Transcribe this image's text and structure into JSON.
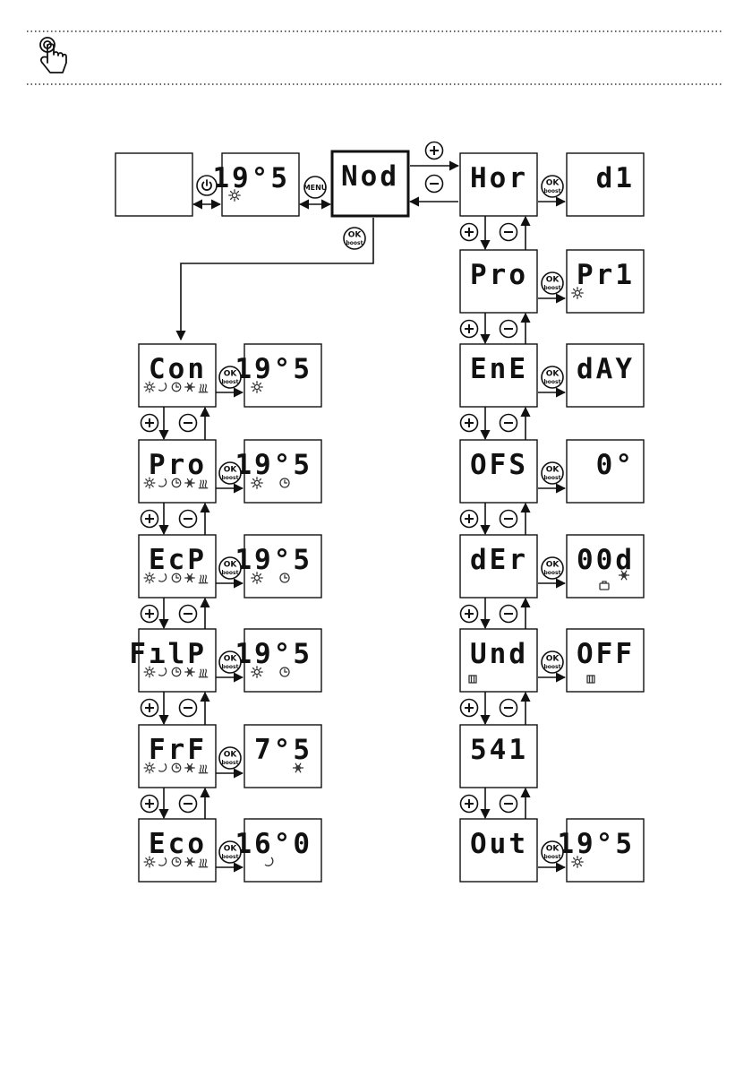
{
  "title_icon": "touch-hand-icon",
  "ok_button": {
    "top": "OK",
    "bottom": "boost"
  },
  "menu_button": "MENU",
  "power_button_icon": "power-icon",
  "plus_icon": "plus-icon",
  "minus_icon": "minus-icon",
  "status_icons": [
    "sun-icon",
    "moon-icon",
    "clock-icon",
    "snowflake-icon",
    "heat-waves-icon"
  ],
  "top_row": {
    "blank": "",
    "temp": "19°5",
    "mode": "Nod"
  },
  "left_column": [
    {
      "code": "Con",
      "value": "19°5",
      "value_icons": [
        "sun-icon"
      ]
    },
    {
      "code": "Pro",
      "value": "19°5",
      "value_icons": [
        "sun-icon",
        "clock-icon"
      ]
    },
    {
      "code": "EcP",
      "value": "19°5",
      "value_icons": [
        "sun-icon",
        "clock-icon"
      ]
    },
    {
      "code": "FılP",
      "value": "19°5",
      "value_icons": [
        "sun-icon",
        "clock-icon"
      ]
    },
    {
      "code": "FrF",
      "value": "7°5",
      "value_icons": [
        "snowflake-icon"
      ]
    },
    {
      "code": "Eco",
      "value": "16°0",
      "value_icons": [
        "moon-icon"
      ]
    }
  ],
  "right_column": [
    {
      "code": "Hor",
      "value": "d1",
      "code_icons": [],
      "value_icons": []
    },
    {
      "code": "Pro",
      "value": "Pr1",
      "code_icons": [],
      "value_icons": [
        "sun-icon"
      ]
    },
    {
      "code": "EnE",
      "value": "dAY",
      "code_icons": [],
      "value_icons": []
    },
    {
      "code": "OFS",
      "value": "0°",
      "code_icons": [],
      "value_icons": []
    },
    {
      "code": "dEr",
      "value": "00d",
      "code_icons": [],
      "value_icons": [
        "suitcase-icon",
        "snowflake-icon"
      ]
    },
    {
      "code": "Und",
      "value": "OFF",
      "code_icons": [
        "window-icon"
      ],
      "value_icons": [
        "window-icon"
      ]
    },
    {
      "code": "541",
      "value": null,
      "code_icons": [],
      "value_icons": []
    },
    {
      "code": "Out",
      "value": "19°5",
      "code_icons": [],
      "value_icons": [
        "sun-icon"
      ]
    }
  ]
}
